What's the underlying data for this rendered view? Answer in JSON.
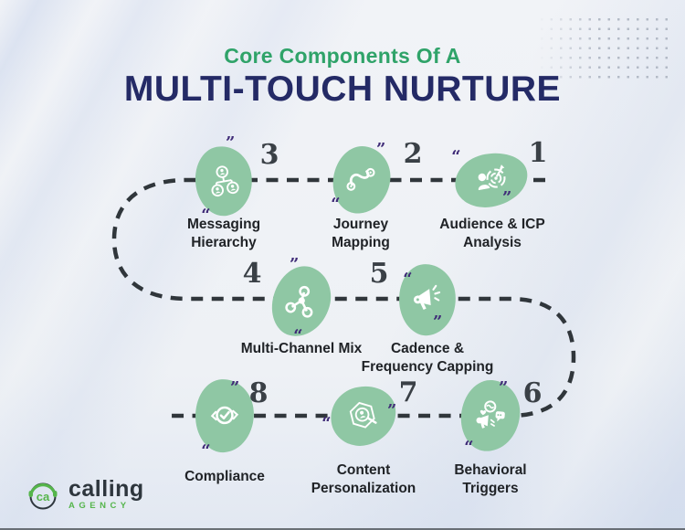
{
  "title": {
    "eyebrow": "Core Components Of A",
    "main": "MULTI-TOUCH NURTURE"
  },
  "steps": [
    {
      "number": "1",
      "label": "Audience & ICP Analysis",
      "icon": "person-target-icon"
    },
    {
      "number": "2",
      "label": "Journey Mapping",
      "icon": "route-pins-icon"
    },
    {
      "number": "3",
      "label": "Messaging Hierarchy",
      "icon": "org-hierarchy-icon"
    },
    {
      "number": "4",
      "label": "Multi-Channel Mix",
      "icon": "network-nodes-icon"
    },
    {
      "number": "5",
      "label": "Cadence & Frequency Capping",
      "icon": "megaphone-icon"
    },
    {
      "number": "6",
      "label": "Behavioral Triggers",
      "icon": "brain-megaphone-chat-icon"
    },
    {
      "number": "7",
      "label": "Content Personalization",
      "icon": "profile-magnifier-hexagon-icon"
    },
    {
      "number": "8",
      "label": "Compliance",
      "icon": "check-badge-icon"
    }
  ],
  "decor": {
    "quote": "”"
  },
  "logo": {
    "monogram": "ca",
    "name": "calling",
    "subtitle": "AGENCY"
  },
  "colors": {
    "eyebrow_green": "#2fa369",
    "heading_navy": "#242a66",
    "oval_green": "#8fc7a4",
    "dash_gray": "#30363b",
    "quote_purple": "#3f2b77",
    "label_dark": "#202327",
    "logo_green": "#55b54b"
  }
}
